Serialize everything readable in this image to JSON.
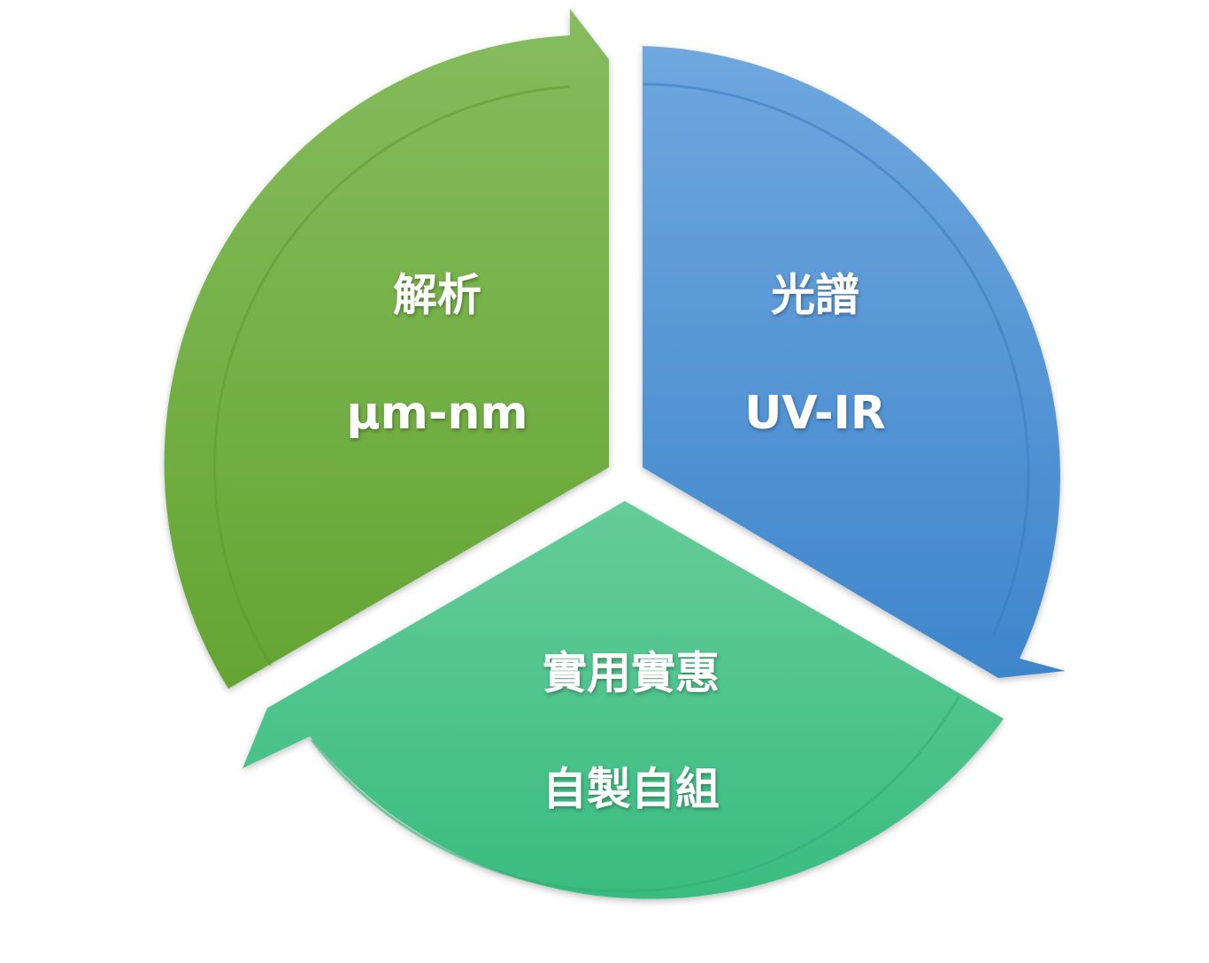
{
  "segments": [
    {
      "id": "resolution",
      "title": "解析",
      "subtitle": "µm-nm",
      "color_light": "#86BC5E",
      "color_dark": "#64A532",
      "rim_color": "#5E9A31"
    },
    {
      "id": "spectrum",
      "title": "光譜",
      "subtitle": "UV-IR",
      "color_light": "#6FA7DE",
      "color_dark": "#3E86CC",
      "rim_color": "#3A7BBE"
    },
    {
      "id": "practical",
      "title": "實用實惠",
      "subtitle": "自製自組",
      "color_light": "#66CC99",
      "color_dark": "#39BC80",
      "rim_color": "#36AE77"
    }
  ]
}
